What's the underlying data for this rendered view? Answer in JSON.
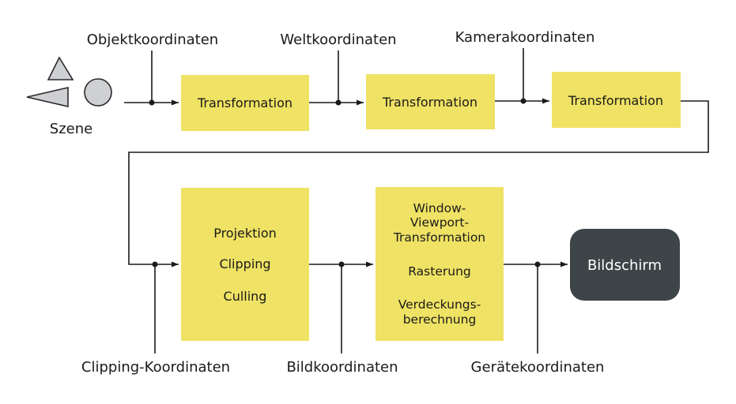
{
  "labels": {
    "objekt": "Objektkoordinaten",
    "welt": "Weltkoordinaten",
    "kamera": "Kamerakoordinaten",
    "szene": "Szene",
    "clipping": "Clipping-Koordinaten",
    "bild": "Bildkoordinaten",
    "geraete": "Gerätekoordinaten"
  },
  "boxes": {
    "t1": "Transformation",
    "t2": "Transformation",
    "t3": "Transformation",
    "b4": {
      "line1": "Projektion",
      "line2": "Clipping",
      "line3": "Culling"
    },
    "b5": {
      "line1": "Window-",
      "line2": "Viewport-",
      "line3": "Transformation",
      "line4": "Rasterung",
      "line5": "Verdeckungs-",
      "line6": "berechnung"
    },
    "screen": "Bildschirm"
  },
  "colors": {
    "box_fill": "#efe264",
    "screen_fill": "#3d4548",
    "shape_fill": "#cfd0d3",
    "line": "#1a1a1a"
  }
}
